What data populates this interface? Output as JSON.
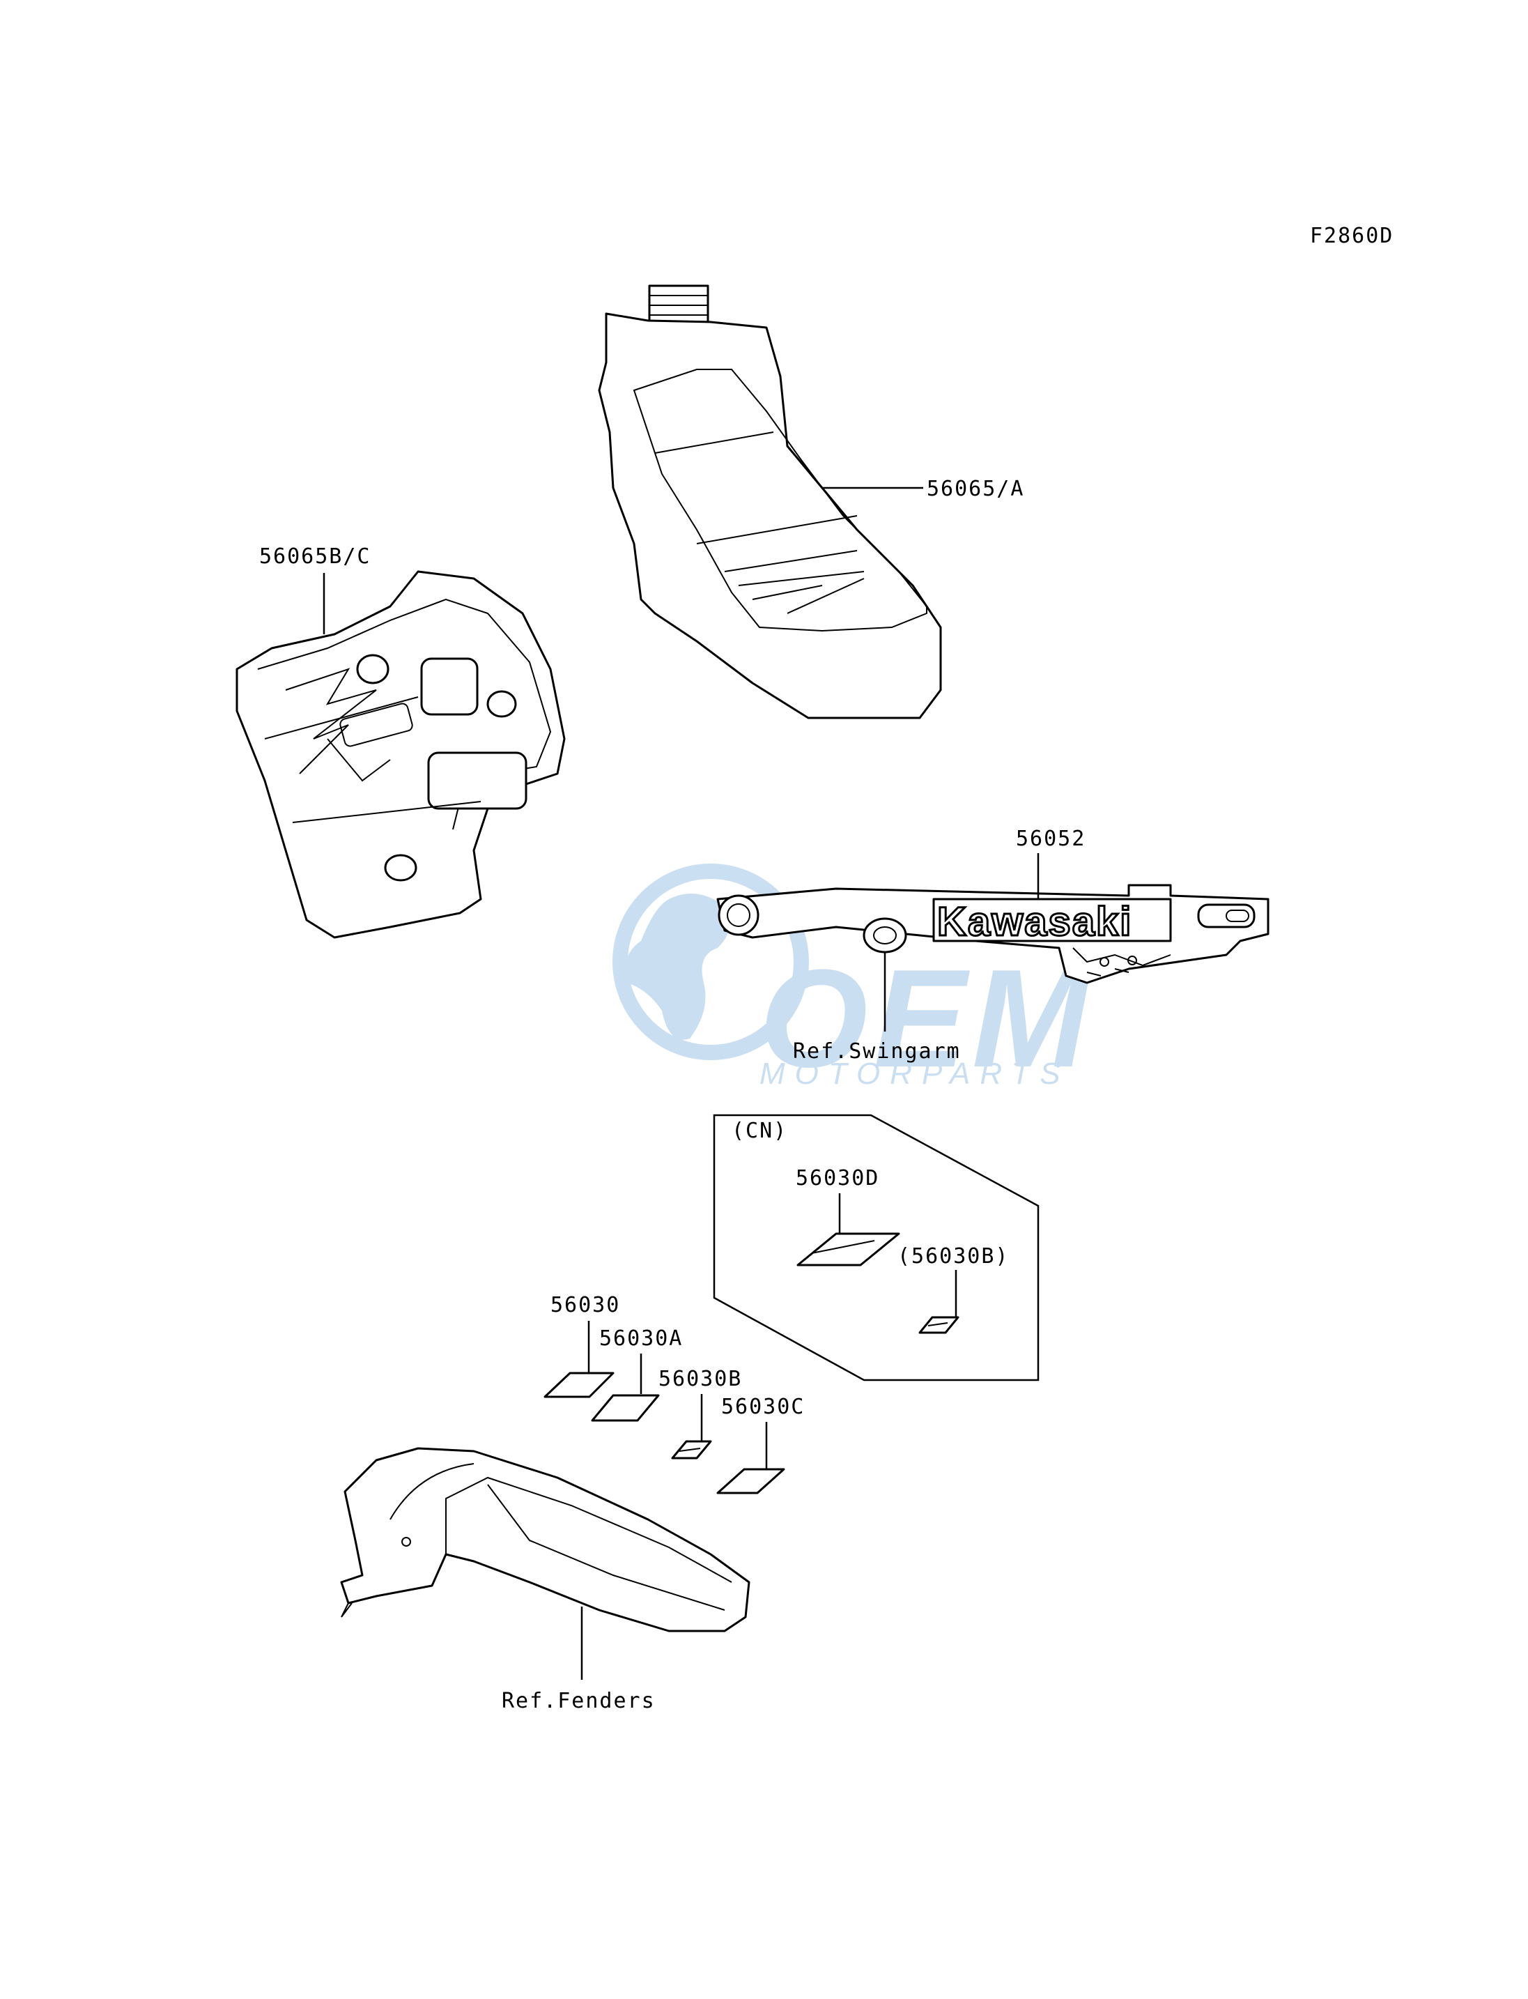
{
  "figure_code": "F2860D",
  "callouts": {
    "fuel_tank_decal": "56065/A",
    "side_cover_decal": "56065B/C",
    "swingarm_decal": "56052",
    "swingarm_ref": "Ref.Swingarm",
    "cn_group": "(CN)",
    "cn_label_d": "56030D",
    "cn_label_b": "(56030B)",
    "label_56030": "56030",
    "label_56030a": "56030A",
    "label_56030b": "56030B",
    "label_56030c": "56030C",
    "fenders_ref": "Ref.Fenders"
  },
  "brand_text": "Kawasaki",
  "watermark": {
    "line1": "OEM",
    "line2": "MOTORPARTS",
    "color": "#9fc4e6"
  }
}
